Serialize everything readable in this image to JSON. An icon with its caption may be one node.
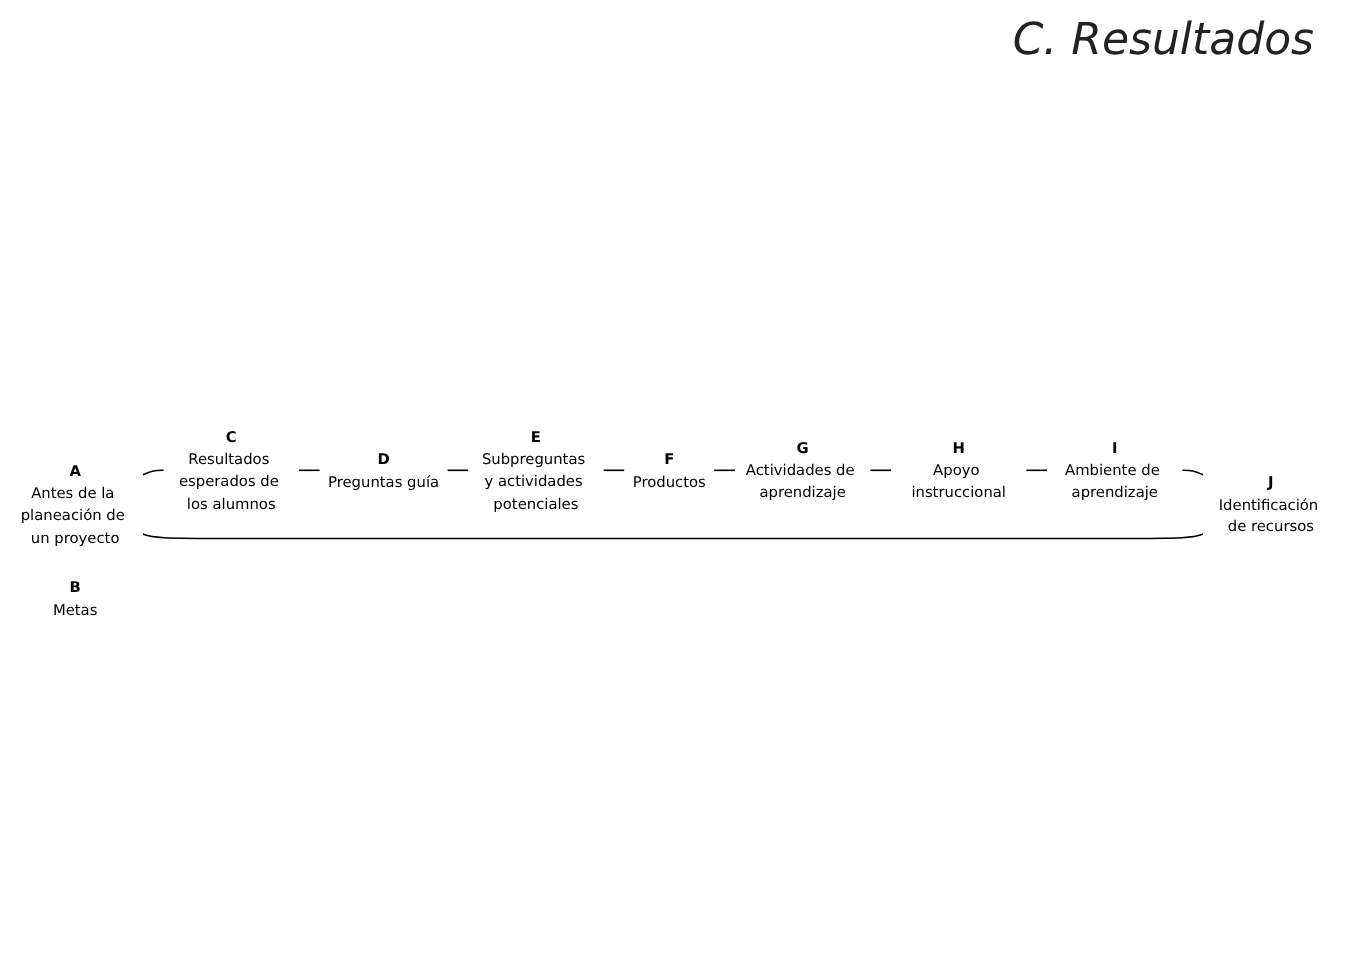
{
  "diagram": {
    "title": "C. Resultados",
    "nodes": [
      {
        "text": [
          "A",
          "Antes de la planeación de un proyecto"
        ]
      },
      {
        "text": [
          "B",
          "Metas"
        ]
      },
      {
        "text": [
          "C",
          "Resultados esperados de los alumnos"
        ]
      },
      {
        "text": [
          "D",
          "Preguntas guía"
        ]
      },
      {
        "text": [
          "E",
          "Subpreguntas y actividades potenciales"
        ]
      },
      {
        "text": [
          "F",
          "Productos"
        ]
      },
      {
        "text": [
          "G",
          "Actividades de aprendizaje"
        ]
      },
      {
        "text": [
          "H",
          "Apoyo instruccional"
        ]
      },
      {
        "text": [
          "I",
          "Ambiente de aprendizaje"
        ]
      },
      {
        "text": [
          "J",
          "Identificación de recursos"
        ]
      }
    ],
    "edges": [
      {
        "from": 0,
        "to": 2,
        "arrow": "none"
      },
      {
        "from": 2,
        "to": 3,
        "arrow": "none"
      },
      {
        "from": 3,
        "to": 4,
        "arrow": "none"
      },
      {
        "from": 4,
        "to": 5,
        "arrow": "none"
      },
      {
        "from": 5,
        "to": 6,
        "arrow": "none"
      },
      {
        "from": 6,
        "to": 7,
        "arrow": "none"
      },
      {
        "from": 7,
        "to": 8,
        "arrow": "none"
      },
      {
        "from": 8,
        "to": 9,
        "arrow": "none"
      },
      {
        "from": 9,
        "to": 0,
        "arrow": "none"
      }
    ]
  }
}
